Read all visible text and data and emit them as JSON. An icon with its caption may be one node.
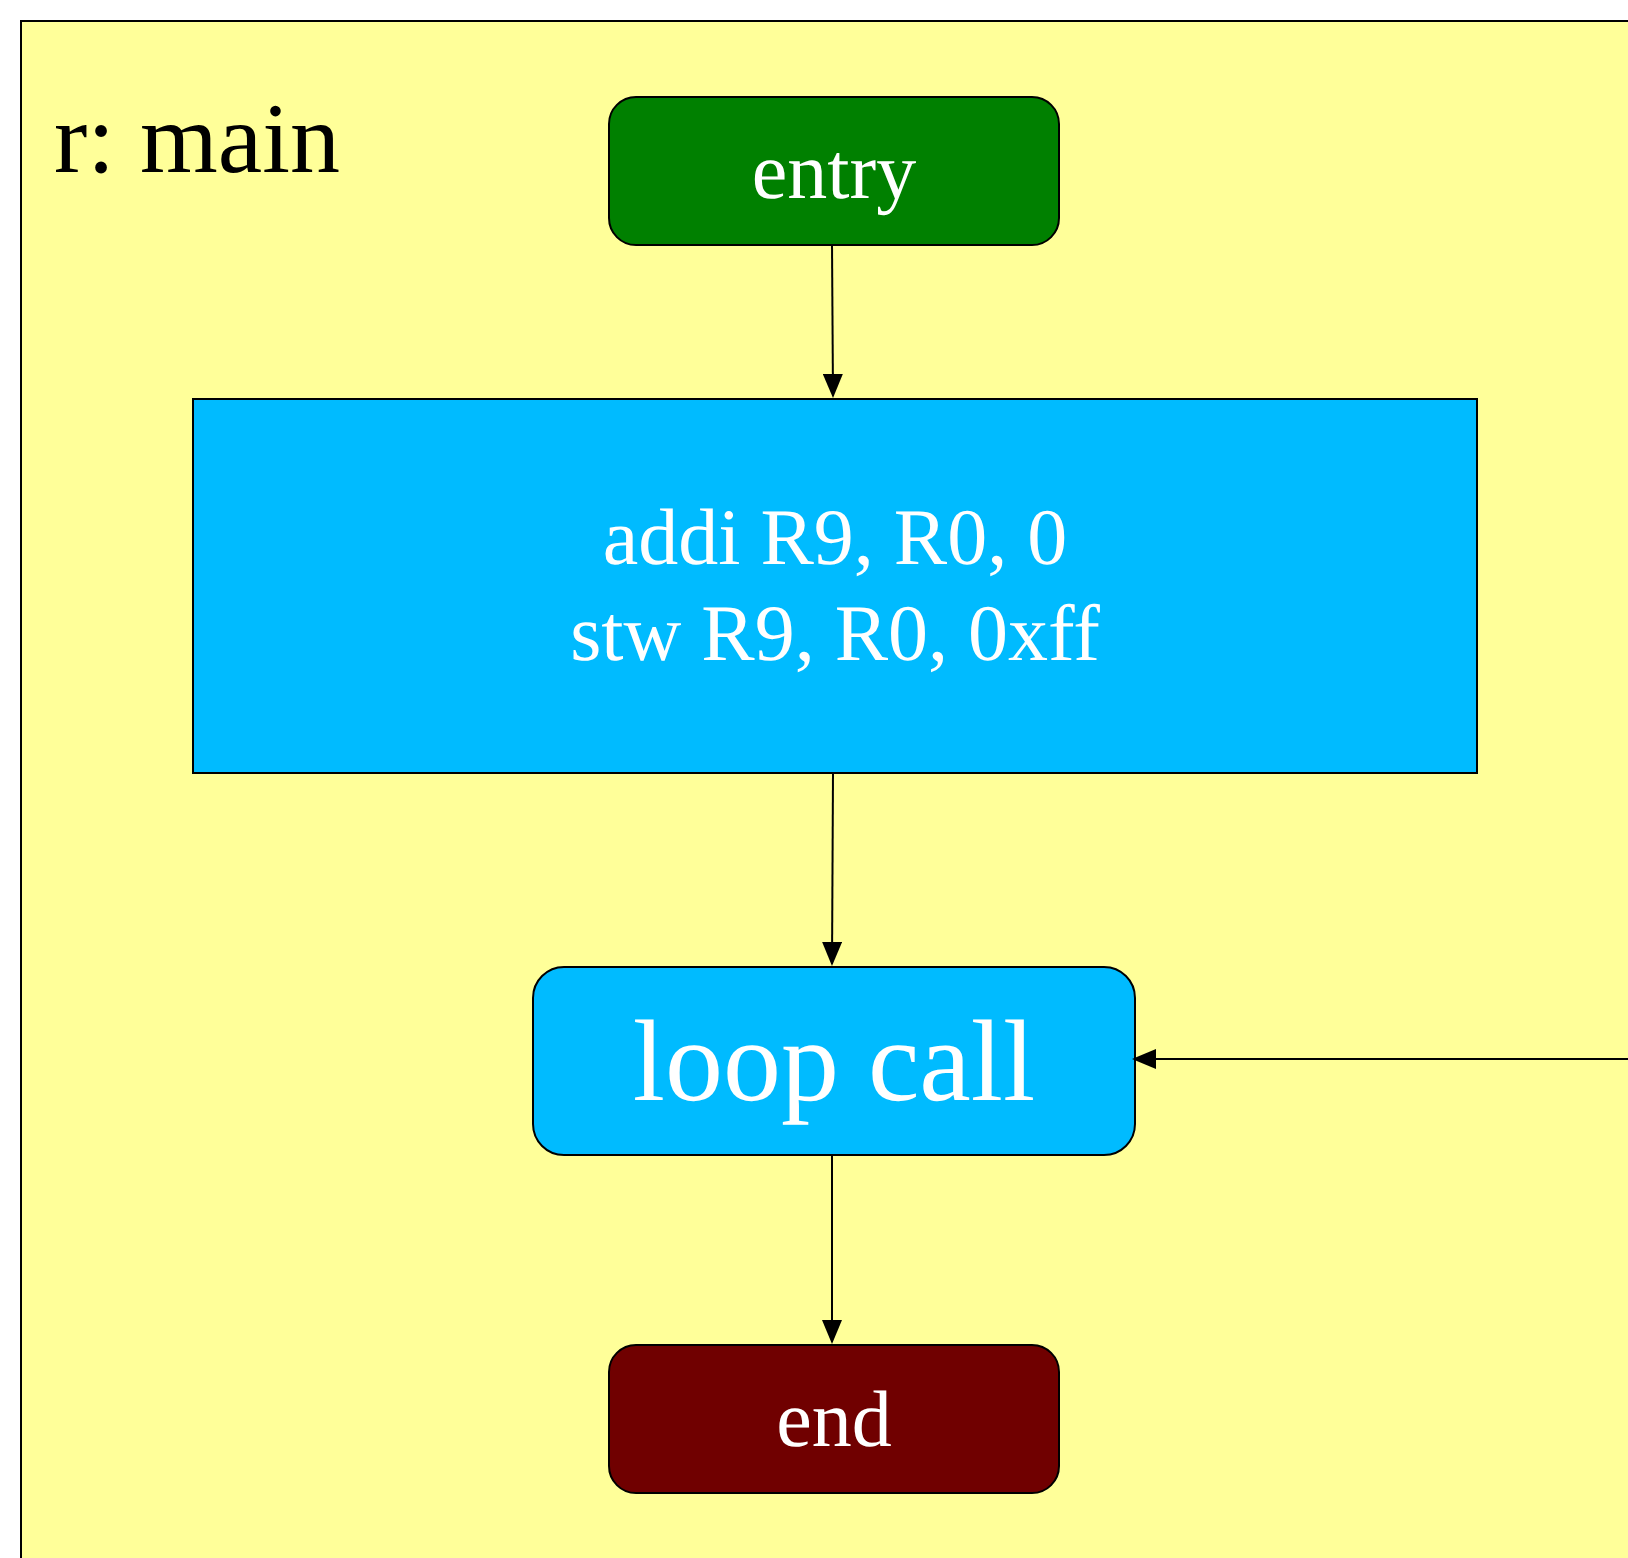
{
  "diagram": {
    "nodes": [
      {
        "text": [
          "r: main"
        ]
      },
      {
        "text": [
          "entry"
        ],
        "in": 0
      },
      {
        "text": [
          "addi R9, R0, 0",
          "stw R9, R0, 0xff"
        ],
        "in": 0
      },
      {
        "text": [
          "loop call"
        ],
        "in": 0
      },
      {
        "text": [
          "end"
        ],
        "in": 0
      }
    ],
    "edges": [
      {
        "from": 1,
        "to": 2,
        "arrow": "to"
      },
      {
        "from": 2,
        "to": 3,
        "arrow": "to"
      },
      {
        "from": 3,
        "to": 4,
        "arrow": "to"
      },
      {
        "from": null,
        "to": 3,
        "arrow": "to"
      }
    ]
  }
}
